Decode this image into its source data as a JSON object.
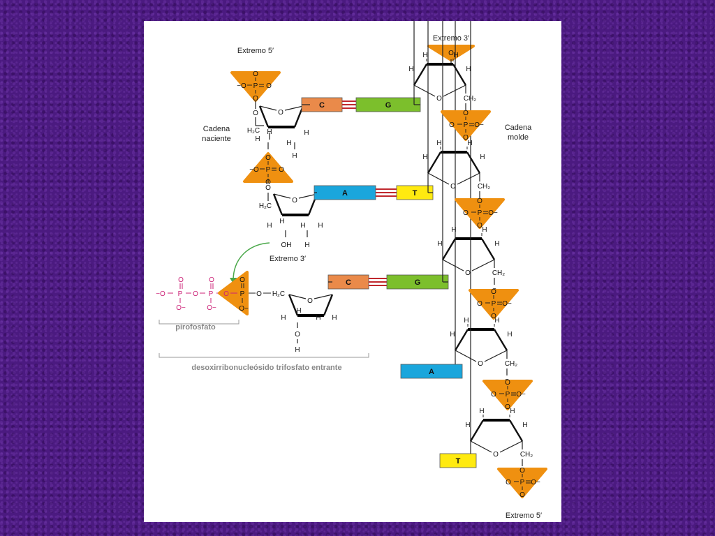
{
  "labels": {
    "nascent_5": "Extremo 5′",
    "template_3": "Extremo 3′",
    "nascent_3": "Extremo 3′",
    "template_5": "Extremo 5′",
    "nascent_strand": [
      "Cadena",
      "naciente"
    ],
    "template_strand": [
      "Cadena",
      "molde"
    ],
    "pyrophosphate": "pirofosfato",
    "incoming": "desoxirribonucleósido trifosfato entrante"
  },
  "pairs": [
    {
      "left": "C",
      "right": "G"
    },
    {
      "left": "A",
      "right": "T"
    },
    {
      "left": "C",
      "right": "G"
    }
  ],
  "unpaired_template": [
    "A",
    "T"
  ],
  "atoms": {
    "O": "O",
    "P": "P",
    "H": "H",
    "OH": "OH",
    "CH2": "CH₂",
    "H2C": "H₂C",
    "Ominus": "−O",
    "Ominus_r": "O−"
  },
  "colors": {
    "phosphate": "#ef9010",
    "C": "#ea8a4a",
    "G": "#7cbf2c",
    "A": "#1aa6dc",
    "T": "#ffea10",
    "hbond": "#c0282d",
    "pyro": "#cc2277",
    "arrow": "#4aa84a"
  }
}
